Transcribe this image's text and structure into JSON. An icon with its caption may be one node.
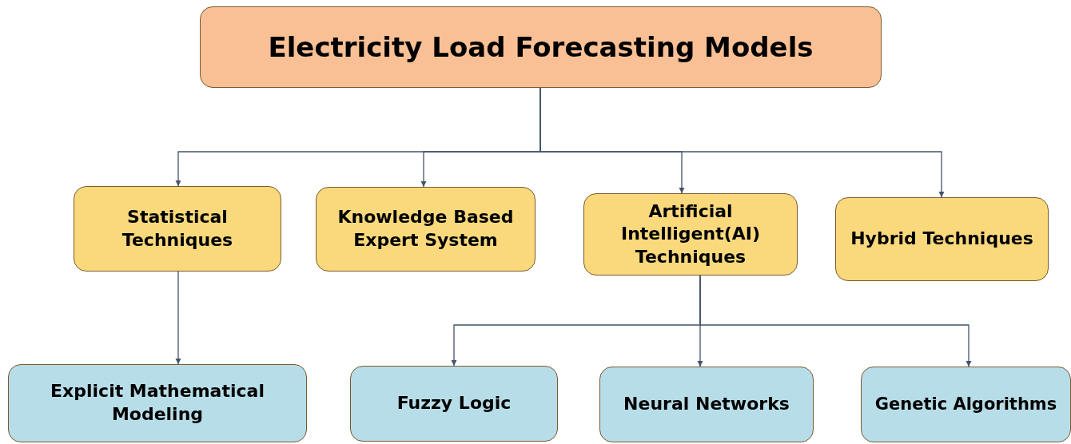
{
  "diagram": {
    "nodes": [
      {
        "text": [
          "Electricity Load Forecasting Models"
        ]
      },
      {
        "text": [
          "Statistical Techniques"
        ]
      },
      {
        "text": [
          "Knowledge Based Expert System"
        ]
      },
      {
        "text": [
          "Artificial Intelligent(AI) Techniques"
        ]
      },
      {
        "text": [
          "Hybrid Techniques"
        ]
      },
      {
        "text": [
          "Explicit Mathematical Modeling"
        ]
      },
      {
        "text": [
          "Fuzzy Logic"
        ]
      },
      {
        "text": [
          "Neural Networks"
        ]
      },
      {
        "text": [
          "Genetic Algorithms"
        ]
      }
    ],
    "edges": [
      {
        "from": 0,
        "to": 1,
        "arrow": "to"
      },
      {
        "from": 0,
        "to": 2,
        "arrow": "to"
      },
      {
        "from": 0,
        "to": 3,
        "arrow": "to"
      },
      {
        "from": 0,
        "to": 4,
        "arrow": "to"
      },
      {
        "from": 1,
        "to": 5,
        "arrow": "to"
      },
      {
        "from": 3,
        "to": 6,
        "arrow": "to"
      },
      {
        "from": 3,
        "to": 7,
        "arrow": "to"
      },
      {
        "from": 3,
        "to": 8,
        "arrow": "to"
      }
    ]
  }
}
